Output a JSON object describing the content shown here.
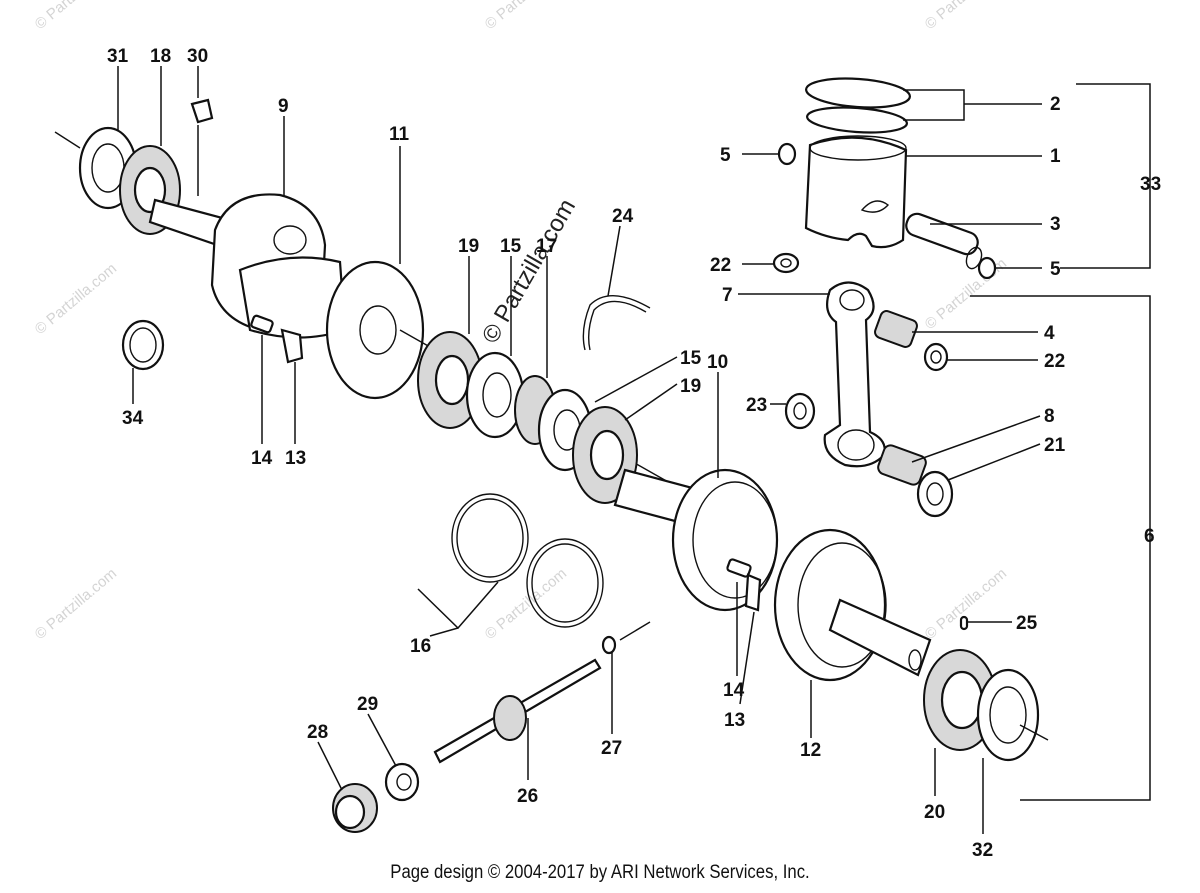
{
  "watermark": "© Partzilla.com",
  "footer": "Page design © 2004-2017 by ARI Network Services, Inc.",
  "callouts": {
    "c1": "1",
    "c2": "2",
    "c3": "3",
    "c4": "4",
    "c5a": "5",
    "c5b": "5",
    "c6": "6",
    "c7": "7",
    "c8": "8",
    "c9": "9",
    "c10": "10",
    "c11": "11",
    "c12": "12",
    "c13a": "13",
    "c13b": "13",
    "c14a": "14",
    "c14b": "14",
    "c15a": "15",
    "c15b": "15",
    "c16": "16",
    "c17": "17",
    "c18": "18",
    "c19a": "19",
    "c19b": "19",
    "c20": "20",
    "c21": "21",
    "c22a": "22",
    "c22b": "22",
    "c23": "23",
    "c24": "24",
    "c25": "25",
    "c26": "26",
    "c27": "27",
    "c28": "28",
    "c29": "29",
    "c30": "30",
    "c31": "31",
    "c32": "32",
    "c33": "33",
    "c34": "34"
  }
}
